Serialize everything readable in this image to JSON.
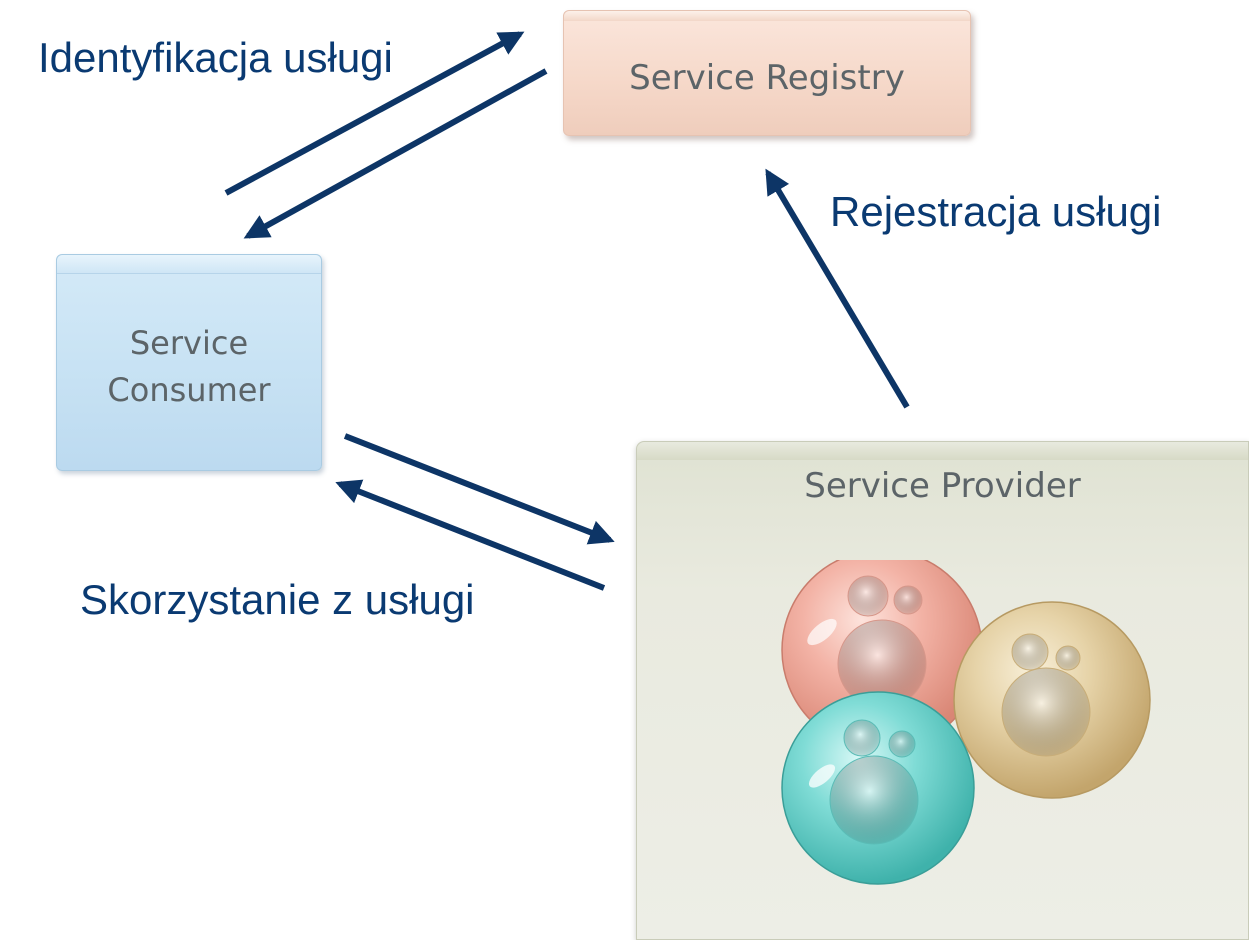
{
  "nodes": {
    "registry": {
      "label": "Service Registry"
    },
    "consumer": {
      "line1": "Service",
      "line2": "Consumer"
    },
    "provider": {
      "label": "Service Provider"
    }
  },
  "annotations": {
    "identification": "Identyfikacja usługi",
    "registration": "Rejestracja usługi",
    "usage": "Skorzystanie z usługi"
  },
  "colors": {
    "arrow": "#0d3566",
    "annotation_text": "#0a3a72",
    "sphere_red": "#f0a596",
    "sphere_beige": "#e4cfa0",
    "sphere_cyan": "#74d8d2"
  }
}
